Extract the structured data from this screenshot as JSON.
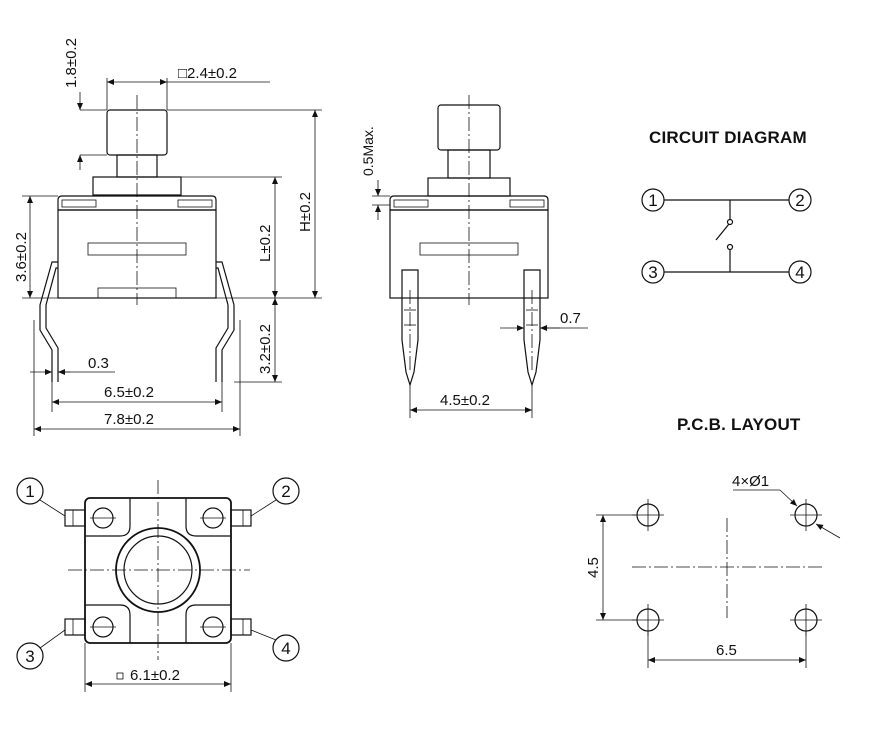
{
  "front_view": {
    "dim_top_height": "1.8±0.2",
    "dim_square": "□2.4±0.2",
    "dim_H": "H±0.2",
    "dim_L": "L±0.2",
    "dim_body_height": "3.6±0.2",
    "dim_leg_height": "3.2±0.2",
    "dim_lead": "0.3",
    "dim_pin_span": "6.5±0.2",
    "dim_width": "7.8±0.2"
  },
  "side_view": {
    "dim_travel": "0.5Max.",
    "dim_lead_width": "0.7",
    "dim_pin_span": "4.5±0.2"
  },
  "circuit_diagram": {
    "title": "CIRCUIT DIAGRAM",
    "pins": [
      "1",
      "2",
      "3",
      "4"
    ]
  },
  "bottom_view": {
    "pins": [
      "1",
      "2",
      "3",
      "4"
    ],
    "dim_square": "6.1±0.2"
  },
  "pcb_layout": {
    "title": "P.C.B. LAYOUT",
    "dim_holes": "4×Ø1",
    "dim_vertical": "4.5",
    "dim_horizontal": "6.5"
  }
}
